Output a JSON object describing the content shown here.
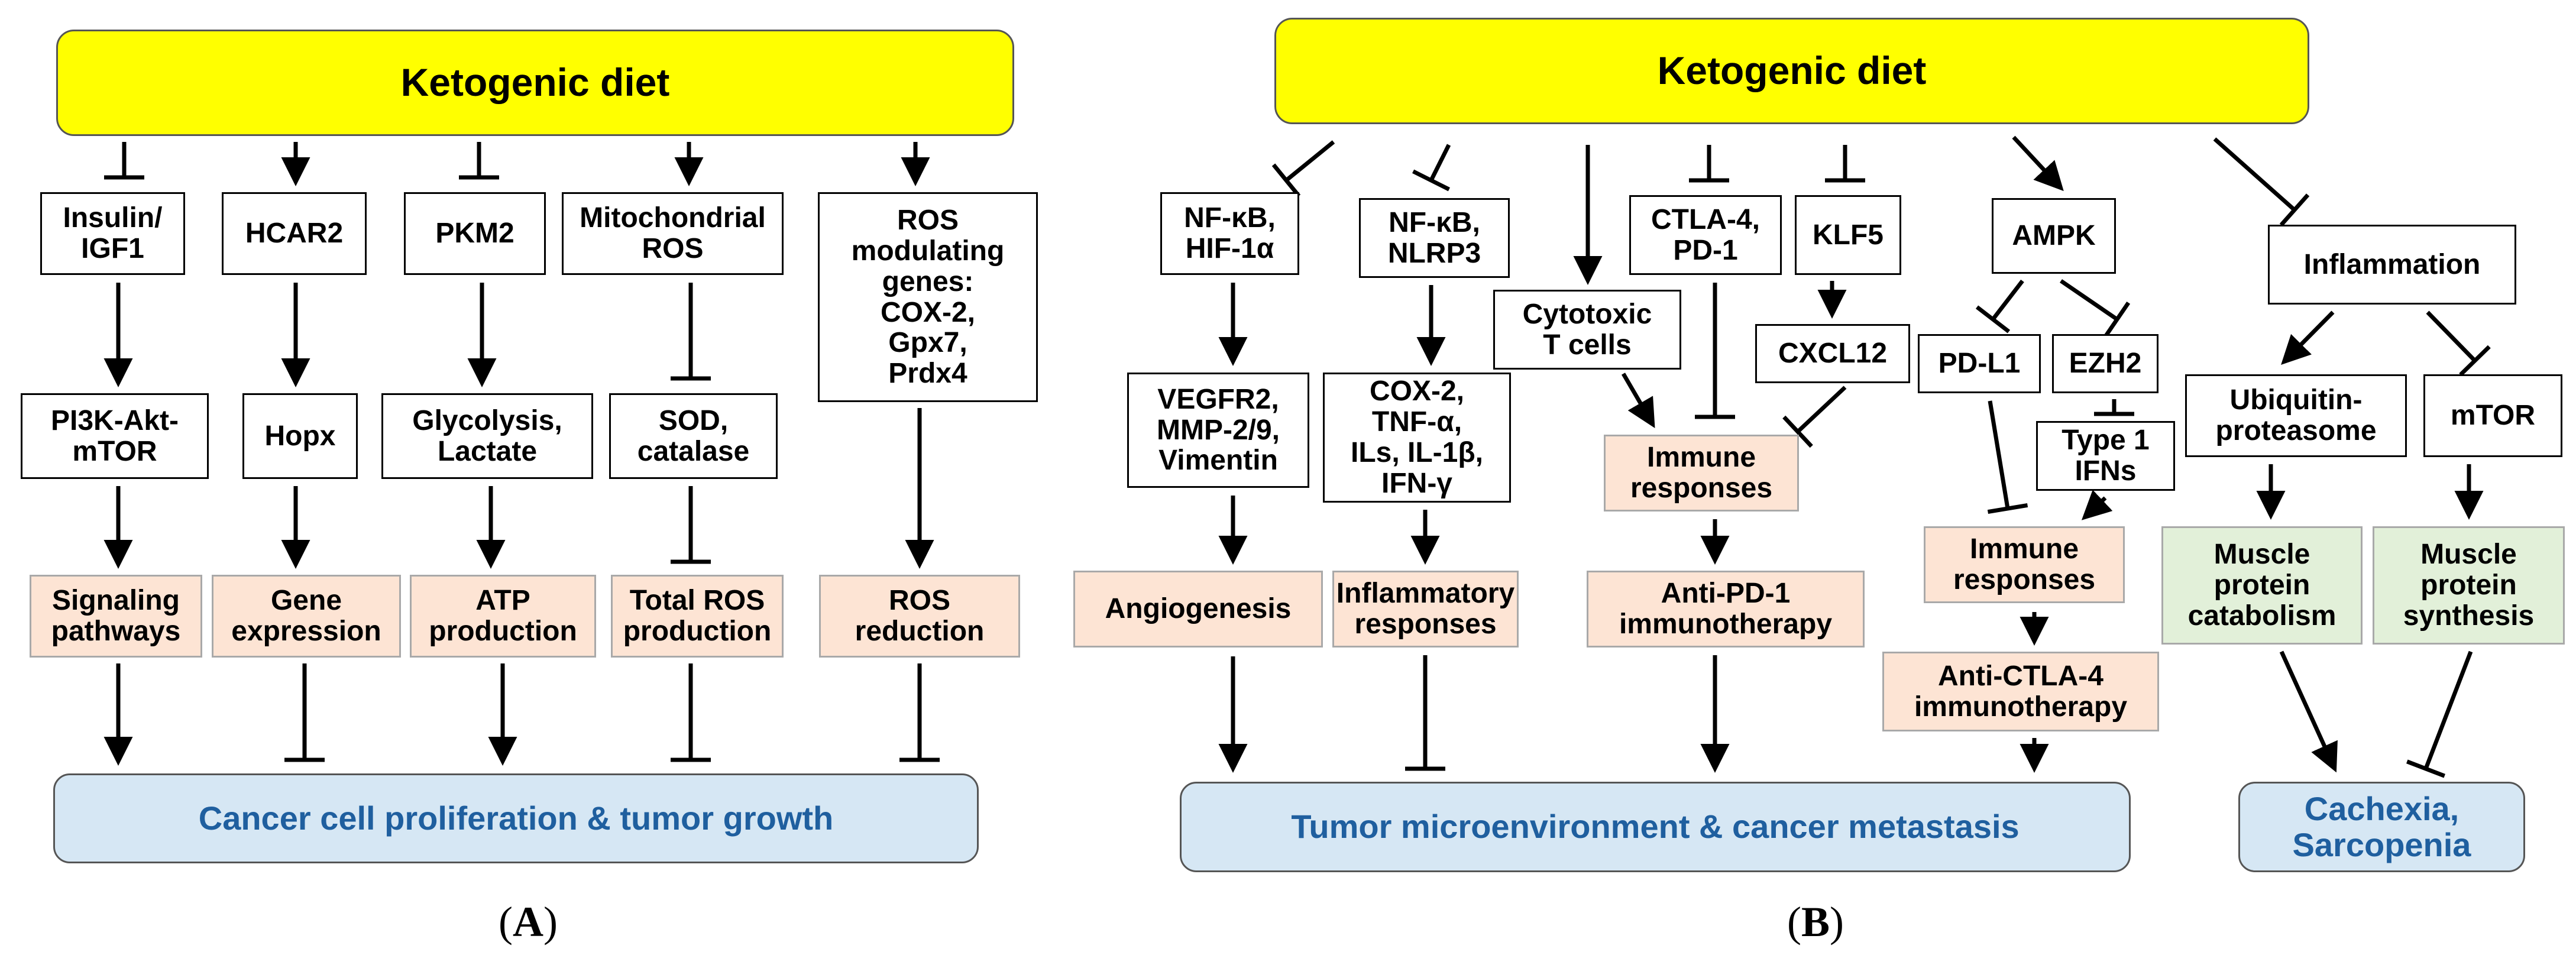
{
  "panel_A": {
    "label_open": "(",
    "label_letter": "A",
    "label_close": ")",
    "header": "Ketogenic diet",
    "columns": [
      {
        "top": "Insulin/\nIGF1",
        "mid": "PI3K-Akt-\nmTOR",
        "result": "Signaling\npathways"
      },
      {
        "top": "HCAR2",
        "mid": "Hopx",
        "result": "Gene\nexpression"
      },
      {
        "top": "PKM2",
        "mid": "Glycolysis,\nLactate",
        "result": "ATP\nproduction"
      },
      {
        "top": "Mitochondrial\nROS",
        "mid": "SOD,\ncatalase",
        "result": "Total ROS\nproduction"
      },
      {
        "top": "ROS\nmodulating\ngenes:\nCOX-2,\nGpx7,\nPrdx4",
        "result": "ROS\nreduction"
      }
    ],
    "outcome": "Cancer cell proliferation & tumor growth"
  },
  "panel_B": {
    "label_open": "(",
    "label_letter": "B",
    "label_close": ")",
    "header": "Ketogenic diet",
    "nfkb_hif": "NF-κB,\nHIF-1α",
    "vegfr": "VEGFR2,\nMMP-2/9,\nVimentin",
    "angiogenesis": "Angiogenesis",
    "nfkb_nlrp3": "NF-κB,\nNLRP3",
    "cox2": "COX-2,\nTNF-α,\nILs, IL-1β,\nIFN-γ",
    "inflammatory": "Inflammatory\nresponses",
    "cytotoxic": "Cytotoxic\nT cells",
    "ctla4_pd1": "CTLA-4,\nPD-1",
    "klf5": "KLF5",
    "cxcl12": "CXCL12",
    "immune1": "Immune\nresponses",
    "anti_pd1": "Anti-PD-1\nimmunotherapy",
    "ampk": "AMPK",
    "pdl1": "PD-L1",
    "ezh2": "EZH2",
    "type1": "Type 1\nIFNs",
    "immune2": "Immune\nresponses",
    "anti_ctla4": "Anti-CTLA-4\nimmunotherapy",
    "outcome": "Tumor microenvironment & cancer metastasis",
    "inflammation": "Inflammation",
    "ubiquitin": "Ubiquitin-\nproteasome",
    "mtor": "mTOR",
    "catabolism": "Muscle\nprotein\ncatabolism",
    "synthesis": "Muscle\nprotein\nsynthesis",
    "cachexia": "Cachexia,\nSarcopenia"
  },
  "colors": {
    "header": "#ffff00",
    "outcome_fill": "#d6e7f4",
    "outcome_text": "#1f5f9f",
    "result_fill": "#fde4d4",
    "muscle_fill": "#e2f0d9"
  }
}
